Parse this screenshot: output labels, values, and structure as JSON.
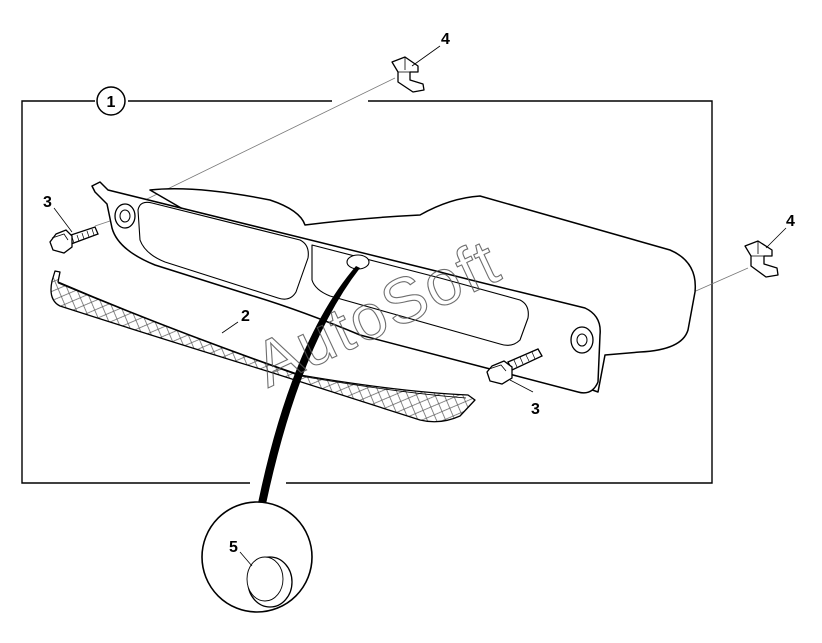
{
  "callouts": {
    "c1": "1",
    "c2": "2",
    "c3_left": "3",
    "c3_right": "3",
    "c4_top": "4",
    "c4_right": "4",
    "c5": "5"
  },
  "watermark": "AutoSoft",
  "colors": {
    "line": "#000000",
    "leader": "#777777",
    "watermark": "#555555"
  }
}
